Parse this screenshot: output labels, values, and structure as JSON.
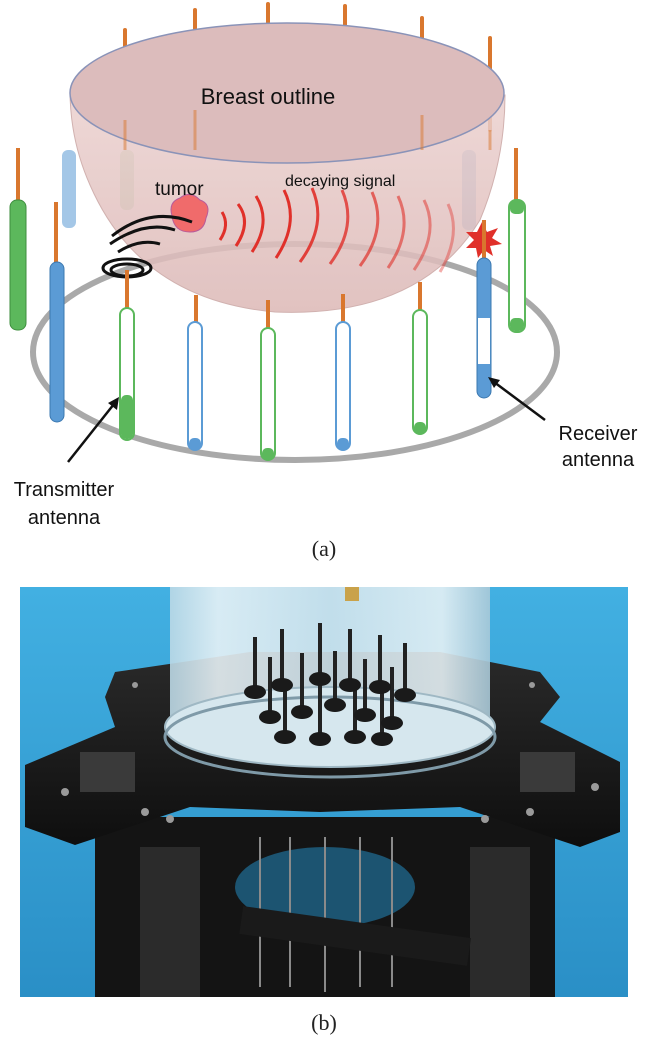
{
  "panel_a": {
    "caption": "(a)",
    "labels": {
      "breast_outline": "Breast outline",
      "tumor": "tumor",
      "decaying_signal": "decaying signal",
      "receiver_line1": "Receiver",
      "receiver_line2": "antenna",
      "transmitter_line1": "Transmitter",
      "transmitter_line2": "antenna"
    },
    "colors": {
      "dome_fill": "#e6c6c4",
      "ring": "#a9a9a9",
      "antenna_rod": "#d9772e",
      "blue_tube": "#5b9bd5",
      "green_tube": "#5cb85c",
      "signal_red": "#e0302a",
      "tumor": "#f06b6b"
    }
  },
  "panel_b": {
    "caption": "(b)",
    "colors": {
      "background": "#3aa5d8",
      "frame": "#1a1a1a"
    }
  }
}
